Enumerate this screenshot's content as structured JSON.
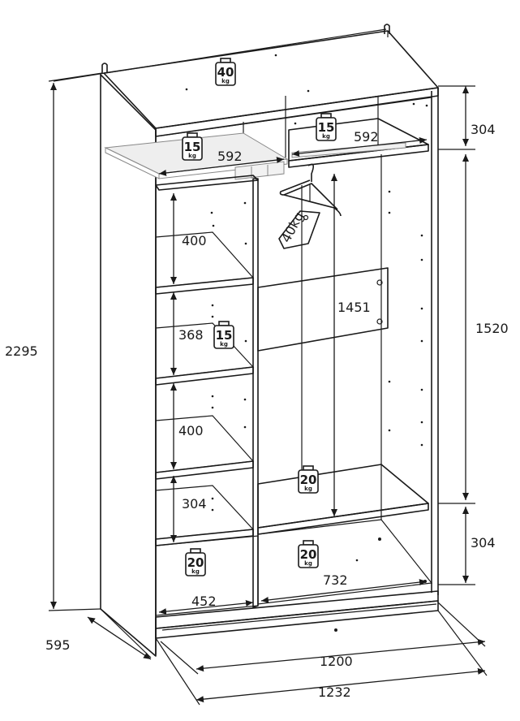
{
  "diagram": {
    "dimensions": {
      "total_height": "2295",
      "depth": "595",
      "inner_width": "1200",
      "outer_width": "1232",
      "top_compartment_height": "304",
      "hanging_height": "1520",
      "bottom_compartment_height": "304",
      "left_top_shelf_width": "592",
      "right_top_shelf_width": "592",
      "hanging_rail_drop": "1451",
      "left_shelf_gap_1": "400",
      "left_shelf_gap_2": "368",
      "left_shelf_gap_3": "400",
      "left_shelf_gap_4": "304",
      "left_bottom_width": "452",
      "right_bottom_width": "732"
    },
    "weight_labels": {
      "top": "40",
      "top_left_shelf": "15",
      "top_right_shelf": "15",
      "left_middle_shelf": "15",
      "right_bottom_shelf": "20",
      "left_floor": "20",
      "right_floor": "20",
      "unit": "kg"
    },
    "hanger_tag": "40kg"
  }
}
